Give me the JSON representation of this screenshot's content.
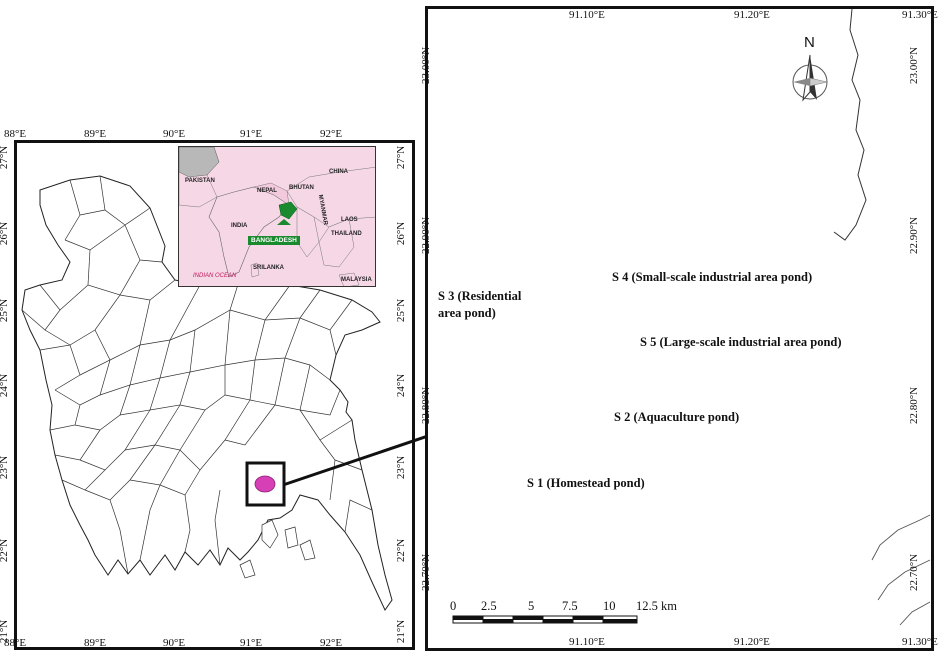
{
  "left_map": {
    "top_ticks": [
      "88°E",
      "89°E",
      "90°E",
      "91°E",
      "92°E"
    ],
    "bottom_ticks": [
      "88°E",
      "89°E",
      "90°E",
      "91°E",
      "92°E"
    ],
    "left_ticks": [
      "27°N",
      "26°N",
      "25°N",
      "24°N",
      "23°N",
      "22°N",
      "21°N"
    ],
    "right_ticks": [
      "27°N",
      "26°N",
      "25°N",
      "24°N",
      "23°N",
      "22°N",
      "21°N"
    ]
  },
  "inset": {
    "countries": [
      "PAKISTAN",
      "CHINA",
      "NEPAL",
      "BHUTAN",
      "INDIA",
      "MYANMAR",
      "LAOS",
      "THAILAND",
      "SRILANKA",
      "MALAYSIA"
    ],
    "ocean": "INDIAN OCEAN",
    "highlight": "BANGLADESH",
    "colors": {
      "land": "#f6d7e6",
      "bangladesh": "#1a8a2e",
      "ocean_label": "#c2185b"
    }
  },
  "right_map": {
    "top_ticks": [
      "91.10°E",
      "91.20°E",
      "91.30°E"
    ],
    "bottom_ticks": [
      "91.10°E",
      "91.20°E",
      "91.30°E"
    ],
    "left_ticks": [
      "23.00°N",
      "22.90°N",
      "22.80°N",
      "22.70°N"
    ],
    "right_ticks": [
      "23.00°N",
      "22.90°N",
      "22.80°N",
      "22.70°N"
    ],
    "north": "N",
    "sites": [
      {
        "id": "S4",
        "label": "S 4 (Small-scale industrial area pond)"
      },
      {
        "id": "S3",
        "label": "S 3 (Residential",
        "label2": "area pond)"
      },
      {
        "id": "S5",
        "label": "S 5 (Large-scale industrial area pond)"
      },
      {
        "id": "S2",
        "label": "S 2 (Aquaculture pond)"
      },
      {
        "id": "S1",
        "label": "S 1 (Homestead pond)"
      }
    ],
    "scale_bar": {
      "labels": [
        "0",
        "2.5",
        "5",
        "7.5",
        "10",
        "12.5 km"
      ]
    }
  },
  "colors": {
    "study_area": "#d63fb5",
    "frame": "#111111"
  }
}
